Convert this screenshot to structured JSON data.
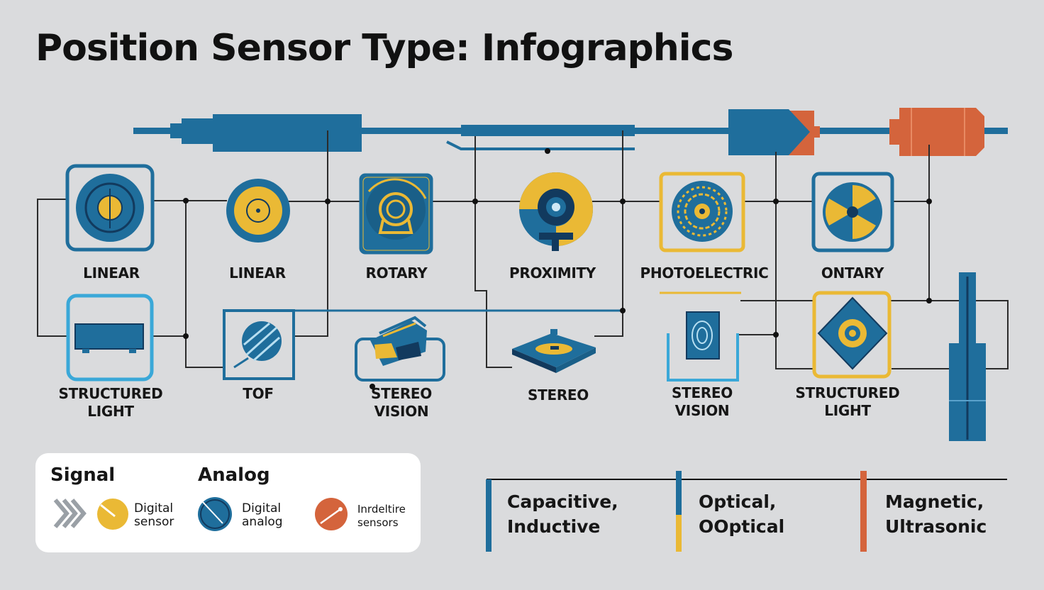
{
  "title": "Position Sensor Type: Infographics",
  "colors": {
    "blue": "#1f6e9c",
    "yellow": "#eab935",
    "orange": "#d4643c",
    "light_blue": "#3aa8d8",
    "navy": "#123a5e",
    "line": "#2b2b2b",
    "background": "#dadbdd"
  },
  "sensors_top": [
    {
      "label": "LINEAR",
      "icon": "rounded-square-disc-icon"
    },
    {
      "label": "LINEAR",
      "icon": "disc-icon"
    },
    {
      "label": "ROTARY",
      "icon": "rotary-encoder-icon"
    },
    {
      "label": "PROXIMITY",
      "icon": "proximity-lens-icon"
    },
    {
      "label": "PHOTOELECTRIC",
      "icon": "photoelectric-disc-icon"
    },
    {
      "label": "ONTARY",
      "icon": "fan-wheel-icon"
    }
  ],
  "sensors_bottom": [
    {
      "label": "STRUCTURED\nLIGHT",
      "icon": "projector-icon"
    },
    {
      "label": "TOF",
      "icon": "striped-disc-icon"
    },
    {
      "label": "STEREO\nVISION",
      "icon": "camera-head-icon"
    },
    {
      "label": "STEREO",
      "icon": "stereo-plate-icon"
    },
    {
      "label": "STEREO\nVISION",
      "icon": "spiral-box-icon"
    },
    {
      "label": "STRUCTURED\nLIGHT",
      "icon": "diamond-target-icon"
    }
  ],
  "legend": {
    "signal_label": "Signal",
    "analog_label": "Analog",
    "items": [
      {
        "text": "Digital\nsensor",
        "icon": "chevron-arrows-icon"
      },
      {
        "text": "Digital\nanalog",
        "icon": "dial-icon"
      },
      {
        "text": "Inrdeltire\nsensors",
        "icon": "needle-gauge-icon"
      }
    ]
  },
  "categories": [
    {
      "text": "Capacitive,\nInductive",
      "color": "#1f6e9c"
    },
    {
      "text": "Optical,\nOOptical",
      "color": "#1f6e9c"
    },
    {
      "text": "Magnetic,\nUltrasonic",
      "color": "#d4643c"
    }
  ]
}
